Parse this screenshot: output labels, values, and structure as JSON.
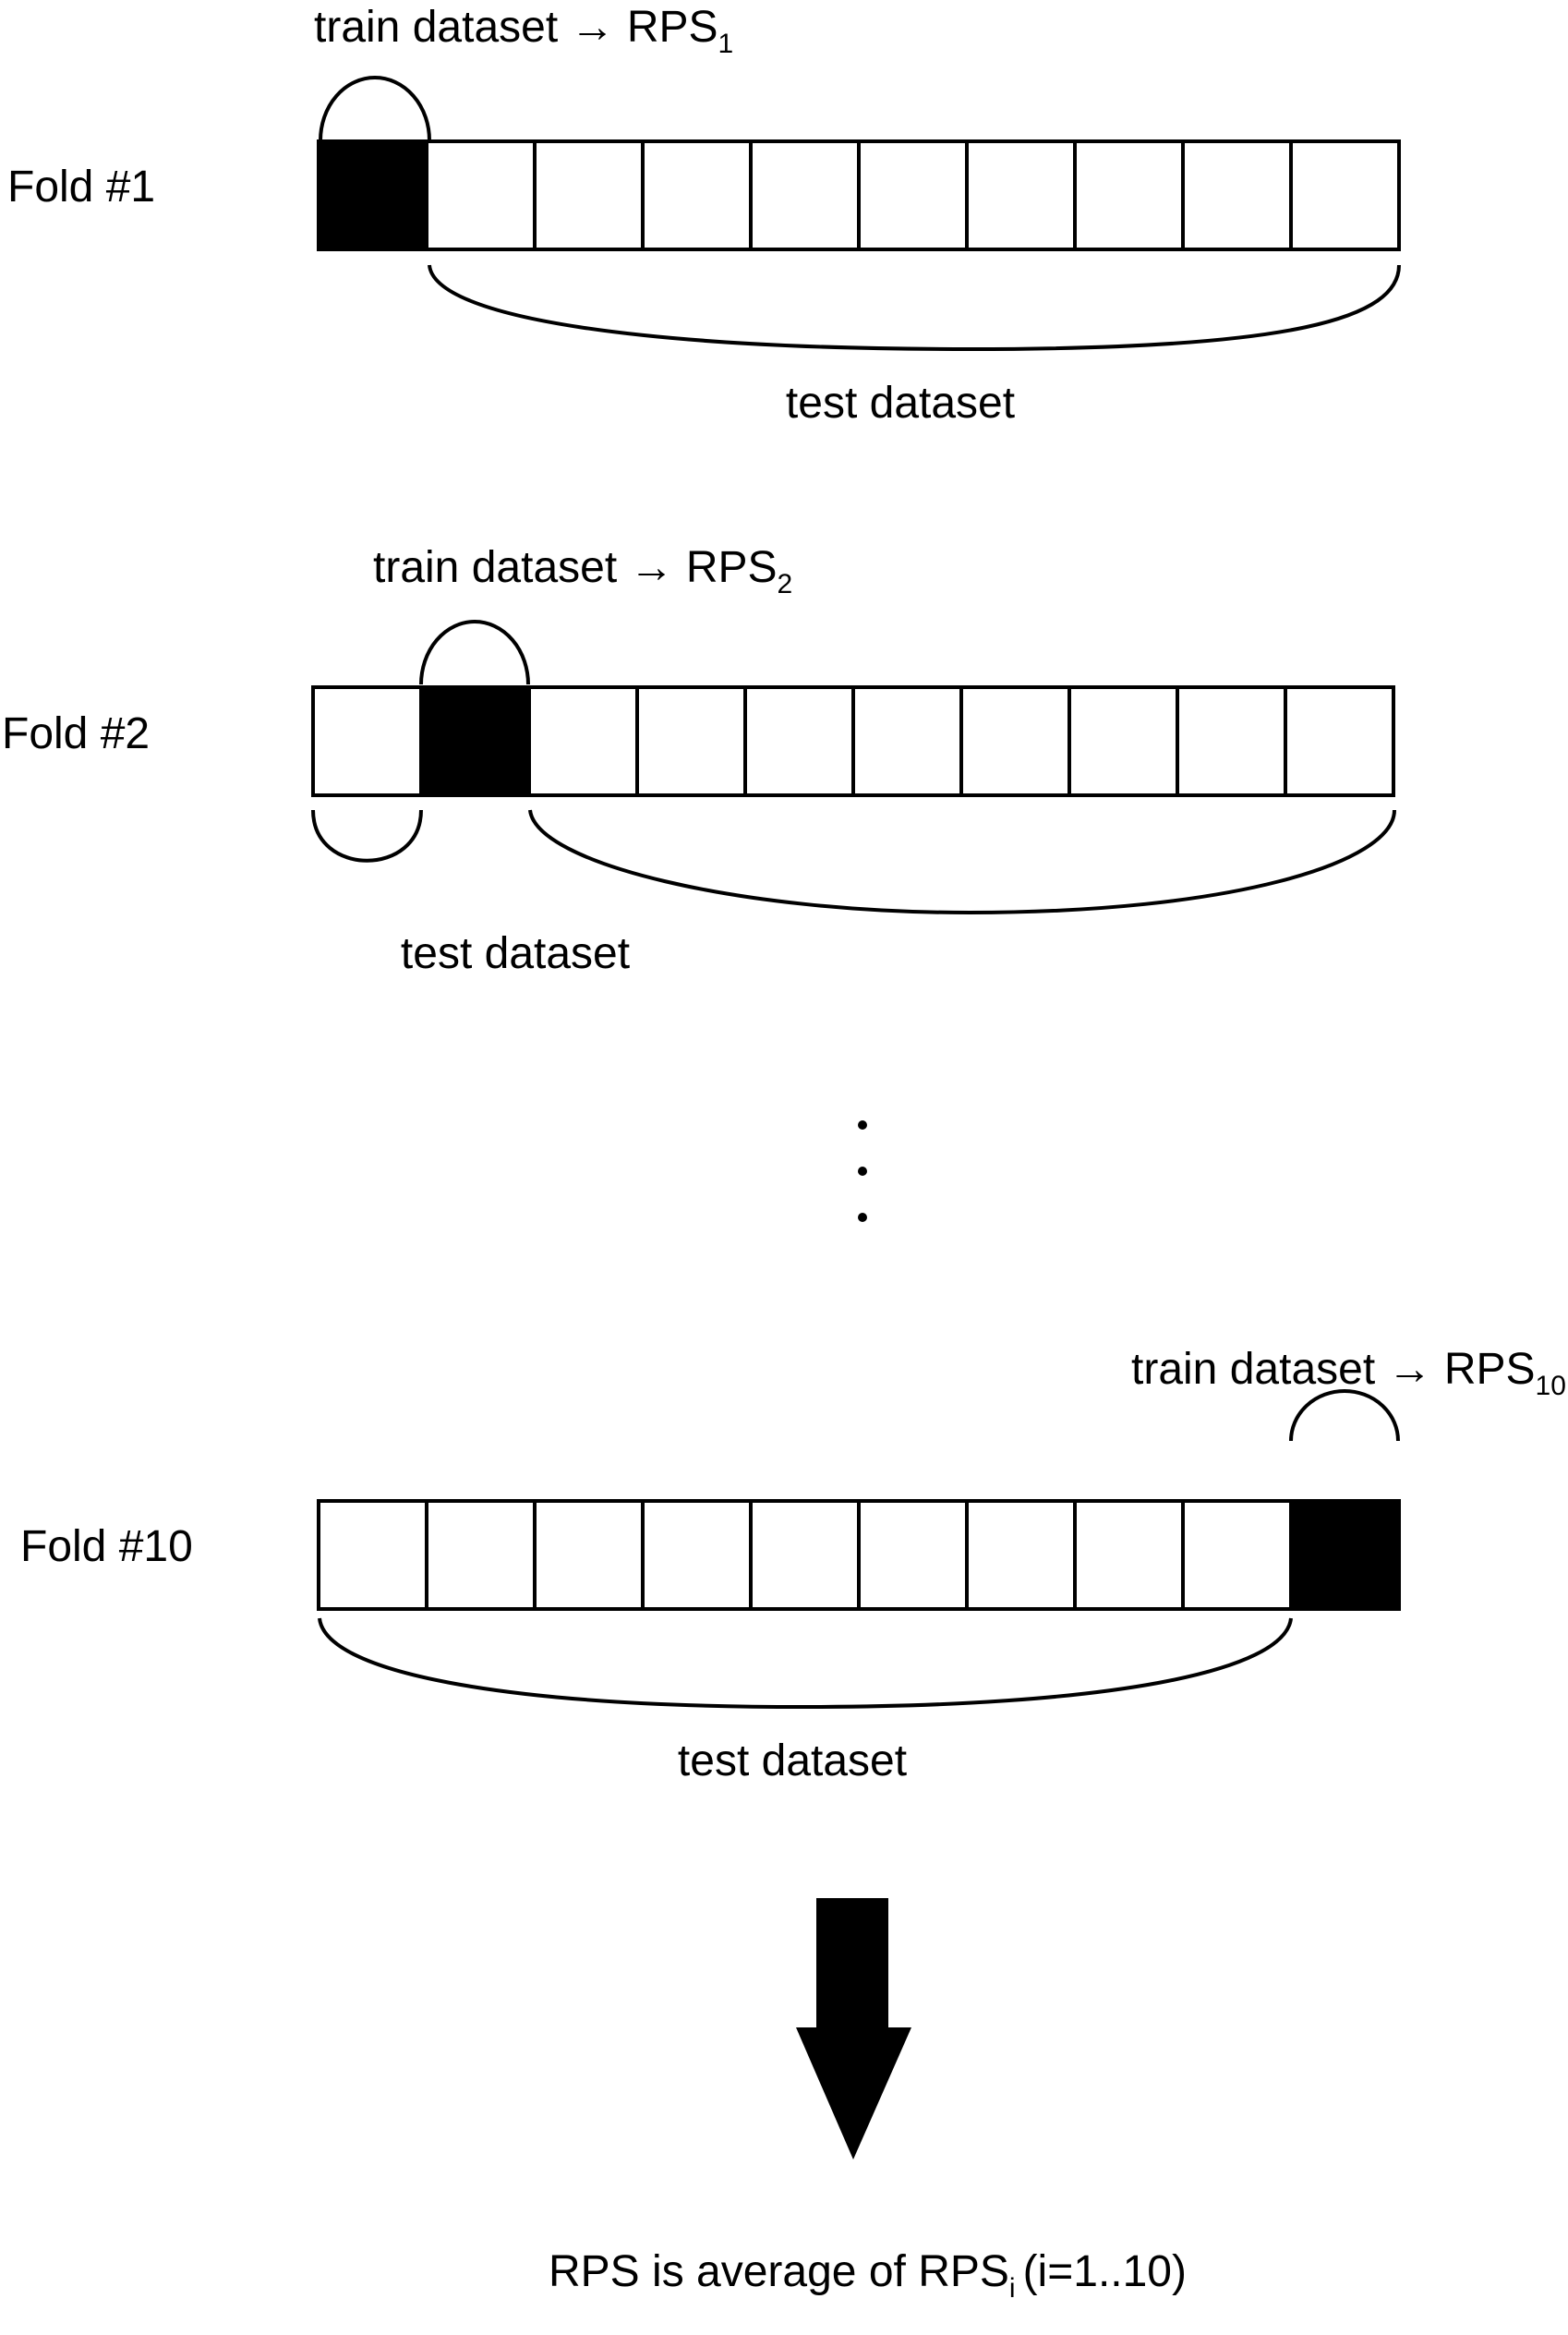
{
  "colors": {
    "ink": "#000000",
    "background": "#ffffff",
    "train_cell": "#000000",
    "test_cell": "#ffffff"
  },
  "folds": [
    {
      "label": "Fold #1",
      "cells": 10,
      "train_index": 1,
      "train_label": "train dataset → RPS",
      "train_subscript": "1",
      "test_label": "test dataset"
    },
    {
      "label": "Fold #2",
      "cells": 10,
      "train_index": 2,
      "train_label": "train dataset → RPS",
      "train_subscript": "2",
      "test_label": "test dataset"
    },
    {
      "label": "Fold #10",
      "cells": 10,
      "train_index": 10,
      "train_label": "train dataset → RPS",
      "train_subscript": "10",
      "test_label": "test dataset"
    }
  ],
  "ellipsis": "⋮",
  "conclusion": {
    "prefix": "RPS  is average of RPS",
    "subscript": "i",
    "suffix": "(i=1..10)"
  }
}
